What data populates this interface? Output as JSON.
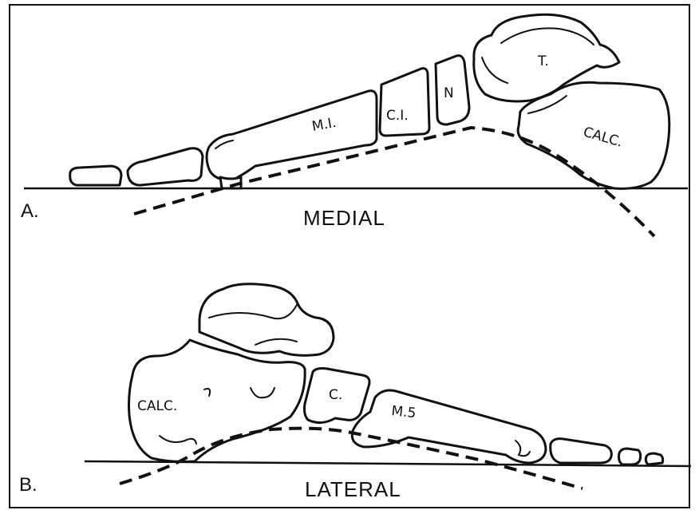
{
  "figure": {
    "panel_a": {
      "letter": "A.",
      "view": "MEDIAL",
      "bones": {
        "talus": "T.",
        "calcaneus": "CALC.",
        "navicular": "N",
        "cuneiform": "C.I.",
        "metatarsal": "M.I."
      }
    },
    "panel_b": {
      "letter": "B.",
      "view": "LATERAL",
      "bones": {
        "calcaneus": "CALC.",
        "cuboid": "C.",
        "metatarsal": "M.5"
      }
    }
  }
}
